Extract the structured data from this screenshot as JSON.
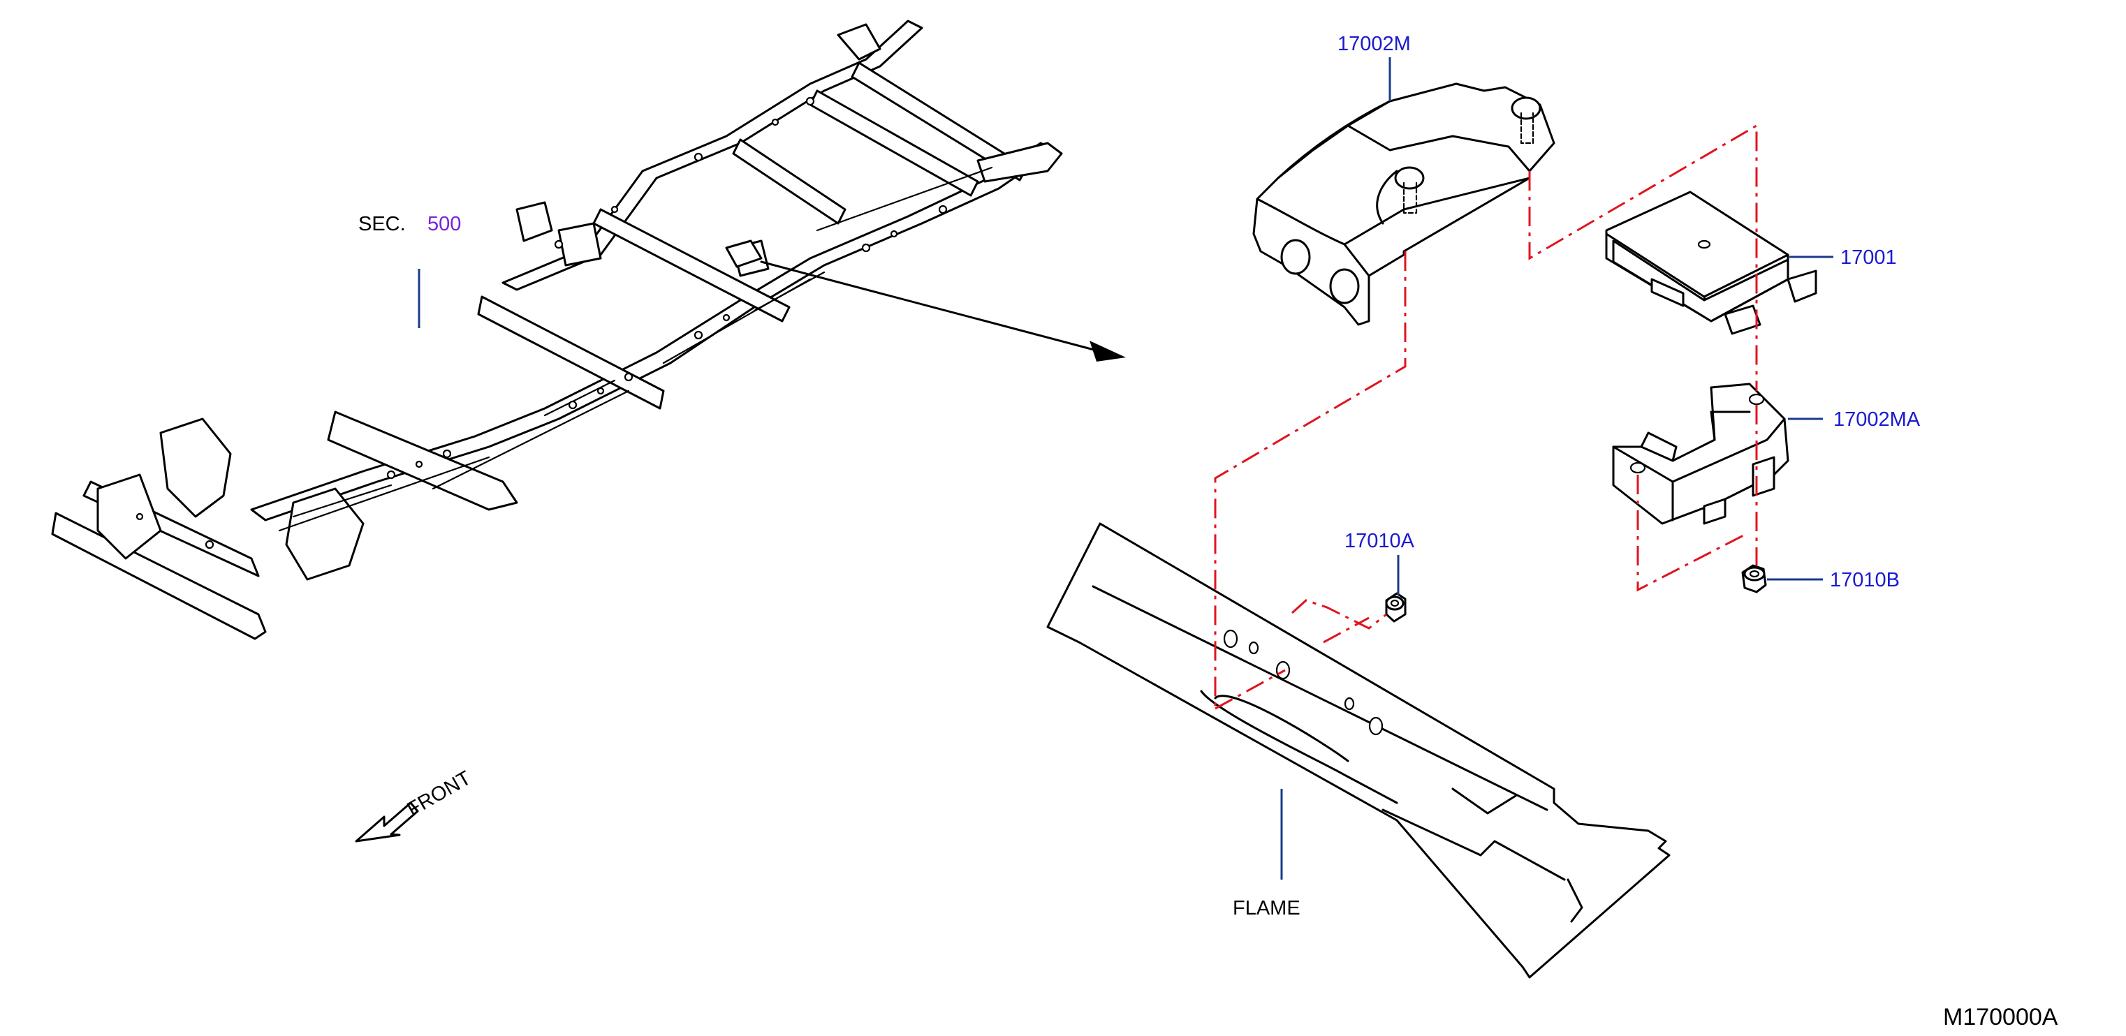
{
  "labels": {
    "sec_prefix": "SEC.",
    "sec_number": "500",
    "part_17002M": "17002M",
    "part_17001": "17001",
    "part_17002MA": "17002MA",
    "part_17010A": "17010A",
    "part_17010B": "17010B",
    "flame": "FLAME",
    "front": "FRONT",
    "diagram_id": "M170000A"
  },
  "colors": {
    "part_label": "#1a1ad0",
    "section_number": "#7a22d8",
    "leader_line": "#1a3a8c",
    "assembly_dash": "#e0141e",
    "line_art": "#000000"
  }
}
